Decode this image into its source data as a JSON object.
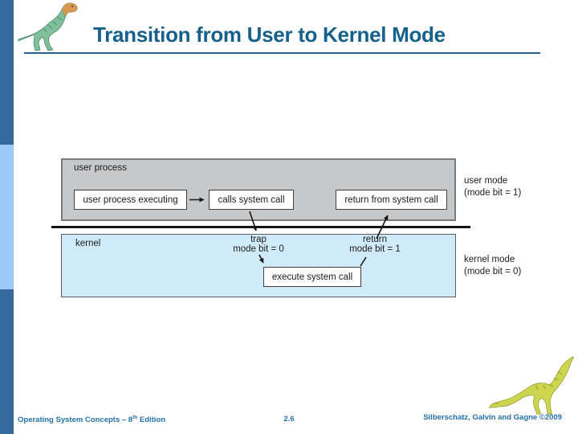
{
  "slide": {
    "title": "Transition from User to Kernel Mode"
  },
  "colors": {
    "title": "#15618c",
    "accent_bar_dark": "#35689d",
    "accent_bar_light": "#9cc9f7",
    "footer_text": "#2471ad",
    "user_process_fill": "#c7c8ca",
    "kernel_fill": "#cfeaf8"
  },
  "diagram": {
    "user_process_label": "user process",
    "kernel_label": "kernel",
    "boxes": {
      "executing": "user process executing",
      "calls": "calls system call",
      "return_from": "return from system call",
      "execute": "execute system call"
    },
    "trap": {
      "line1": "trap",
      "line2": "mode bit = 0"
    },
    "ret": {
      "line1": "return",
      "line2": "mode bit = 1"
    },
    "user_mode": {
      "line1": "user mode",
      "line2": "(mode bit = 1)"
    },
    "kernel_mode": {
      "line1": "kernel mode",
      "line2": "(mode bit = 0)"
    }
  },
  "footer": {
    "book_prefix": "Operating System Concepts – 8",
    "book_sup": "th",
    "book_suffix": " Edition",
    "page": "2.6",
    "authors": "Silberschatz, Galvin and Gagne ©2009"
  }
}
